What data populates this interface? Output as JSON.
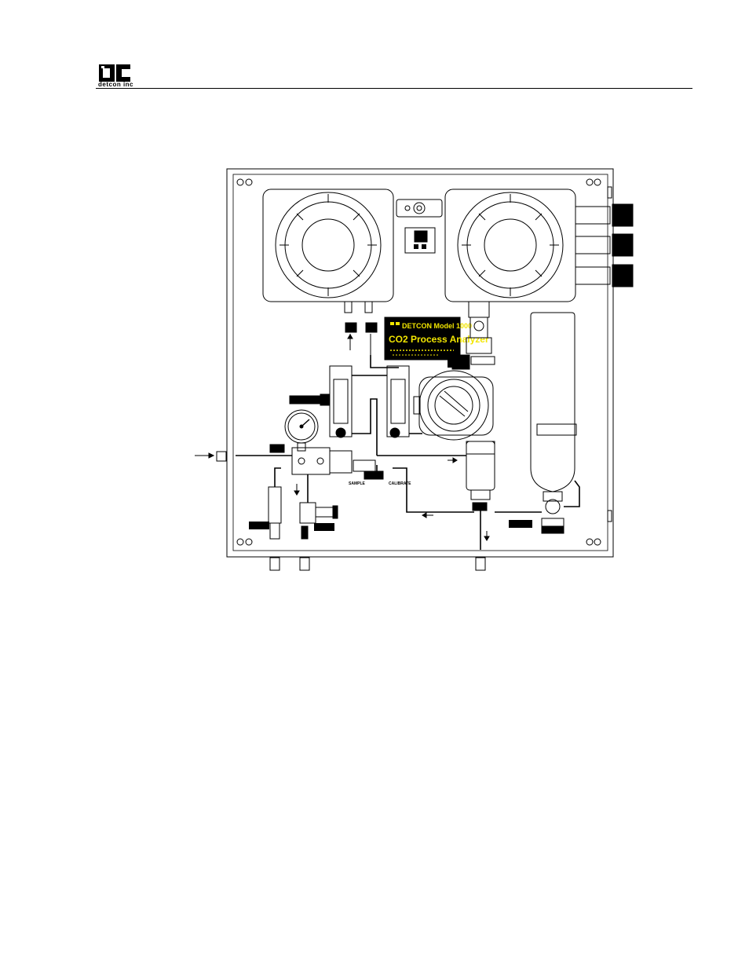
{
  "header": {
    "company": "detcon inc"
  },
  "figure": {
    "panel": {
      "brand_line": "DETCON Model 1000",
      "product_line": "CO2 Process Analyzer"
    },
    "labels": {
      "sample": "SAMPLE",
      "calibrate": "CALIBRATE"
    }
  },
  "colors": {
    "ink": "#000000",
    "panel_bg": "#000000",
    "panel_text": "#f2e600",
    "paper": "#ffffff"
  }
}
